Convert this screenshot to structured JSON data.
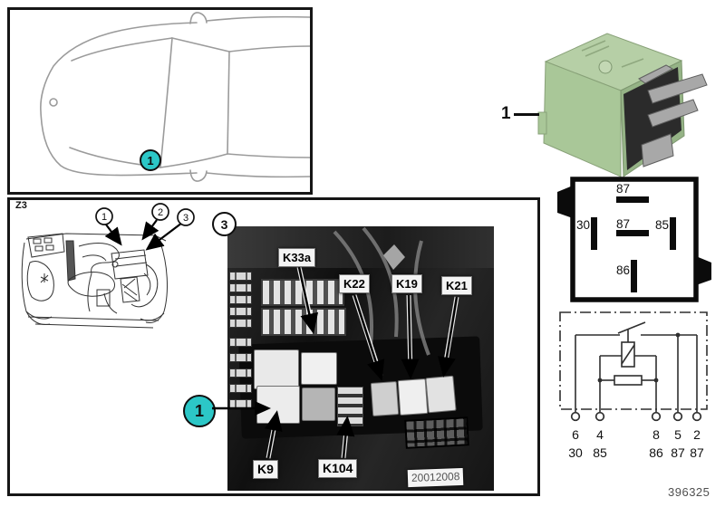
{
  "page": {
    "doc_number": "396325"
  },
  "colors": {
    "callout_fill": "#2cc7c7",
    "relay_green": "#b6cfa6"
  },
  "car_view": {
    "callout": "1"
  },
  "engine_view": {
    "label": "Z3",
    "callout_1": "1",
    "callout_2": "2",
    "callout_3": "3"
  },
  "photo": {
    "view_callout": "3",
    "item_callout": "1",
    "labels": {
      "k33a": "K33a",
      "k22": "K22",
      "k19": "K19",
      "k21": "K21",
      "k9": "K9",
      "k104": "K104"
    },
    "watermark": "20012008"
  },
  "relay": {
    "item_callout": "1"
  },
  "pin_diagram": {
    "pin_top": "87",
    "pin_left": "30",
    "pin_mid": "87",
    "pin_right": "85",
    "pin_bottom": "86"
  },
  "schematic": {
    "terminals": [
      {
        "pin": "6",
        "name": "30"
      },
      {
        "pin": "4",
        "name": "85"
      },
      {
        "pin": "8",
        "name": "86"
      },
      {
        "pin": "5",
        "name": "87"
      },
      {
        "pin": "2",
        "name": "87"
      }
    ]
  }
}
